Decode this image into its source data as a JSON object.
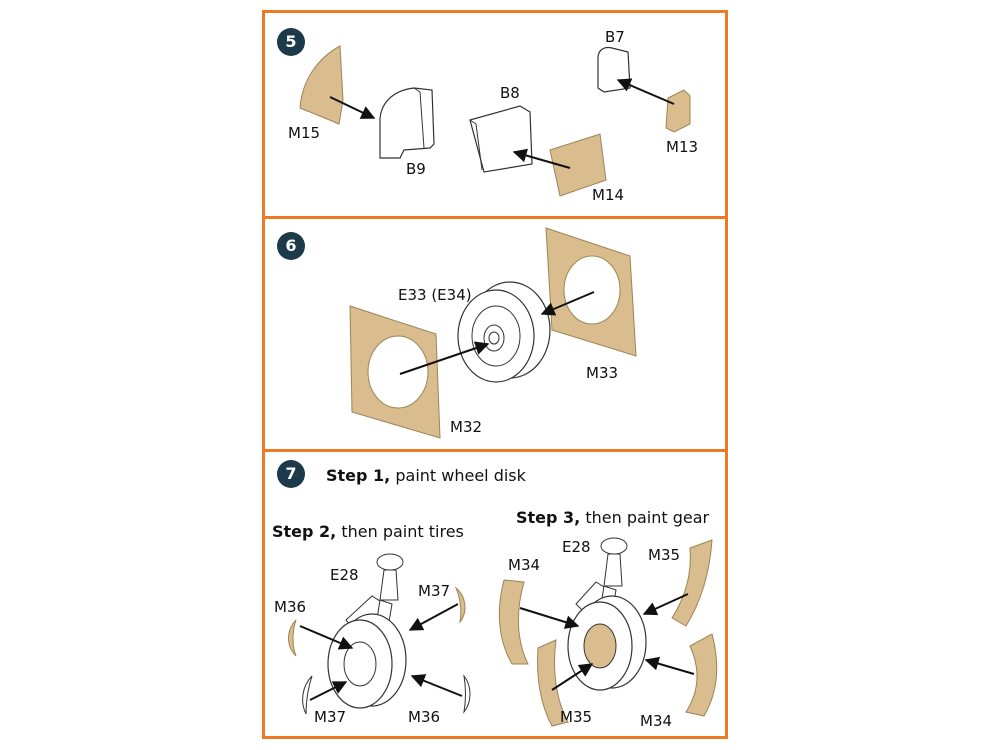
{
  "colors": {
    "border": "#ee7a26",
    "badge": "#1d3a4a",
    "part_fill": "#d9bd8e",
    "outline": "#333333"
  },
  "step5": {
    "number": "5",
    "labels": {
      "m15": "M15",
      "b9": "B9",
      "b8": "B8",
      "b7": "B7",
      "m13": "M13",
      "m14": "M14"
    }
  },
  "step6": {
    "number": "6",
    "labels": {
      "e33": "E33 (E34)",
      "m33": "M33",
      "m32": "M32"
    }
  },
  "step7": {
    "number": "7",
    "step1": {
      "bold": "Step 1,",
      "rest": " paint wheel disk"
    },
    "step2": {
      "bold": "Step 2,",
      "rest": " then paint tires"
    },
    "step3": {
      "bold": "Step 3,",
      "rest": " then paint gear"
    },
    "labels": {
      "e28_left": "E28",
      "m36_left": "M36",
      "m37_right": "M37",
      "m37_bottom": "M37",
      "m36_bottom": "M36",
      "e28_right": "E28",
      "m34_top": "M34",
      "m35_top": "M35",
      "m35_bottom": "M35",
      "m34_bottom": "M34"
    }
  }
}
